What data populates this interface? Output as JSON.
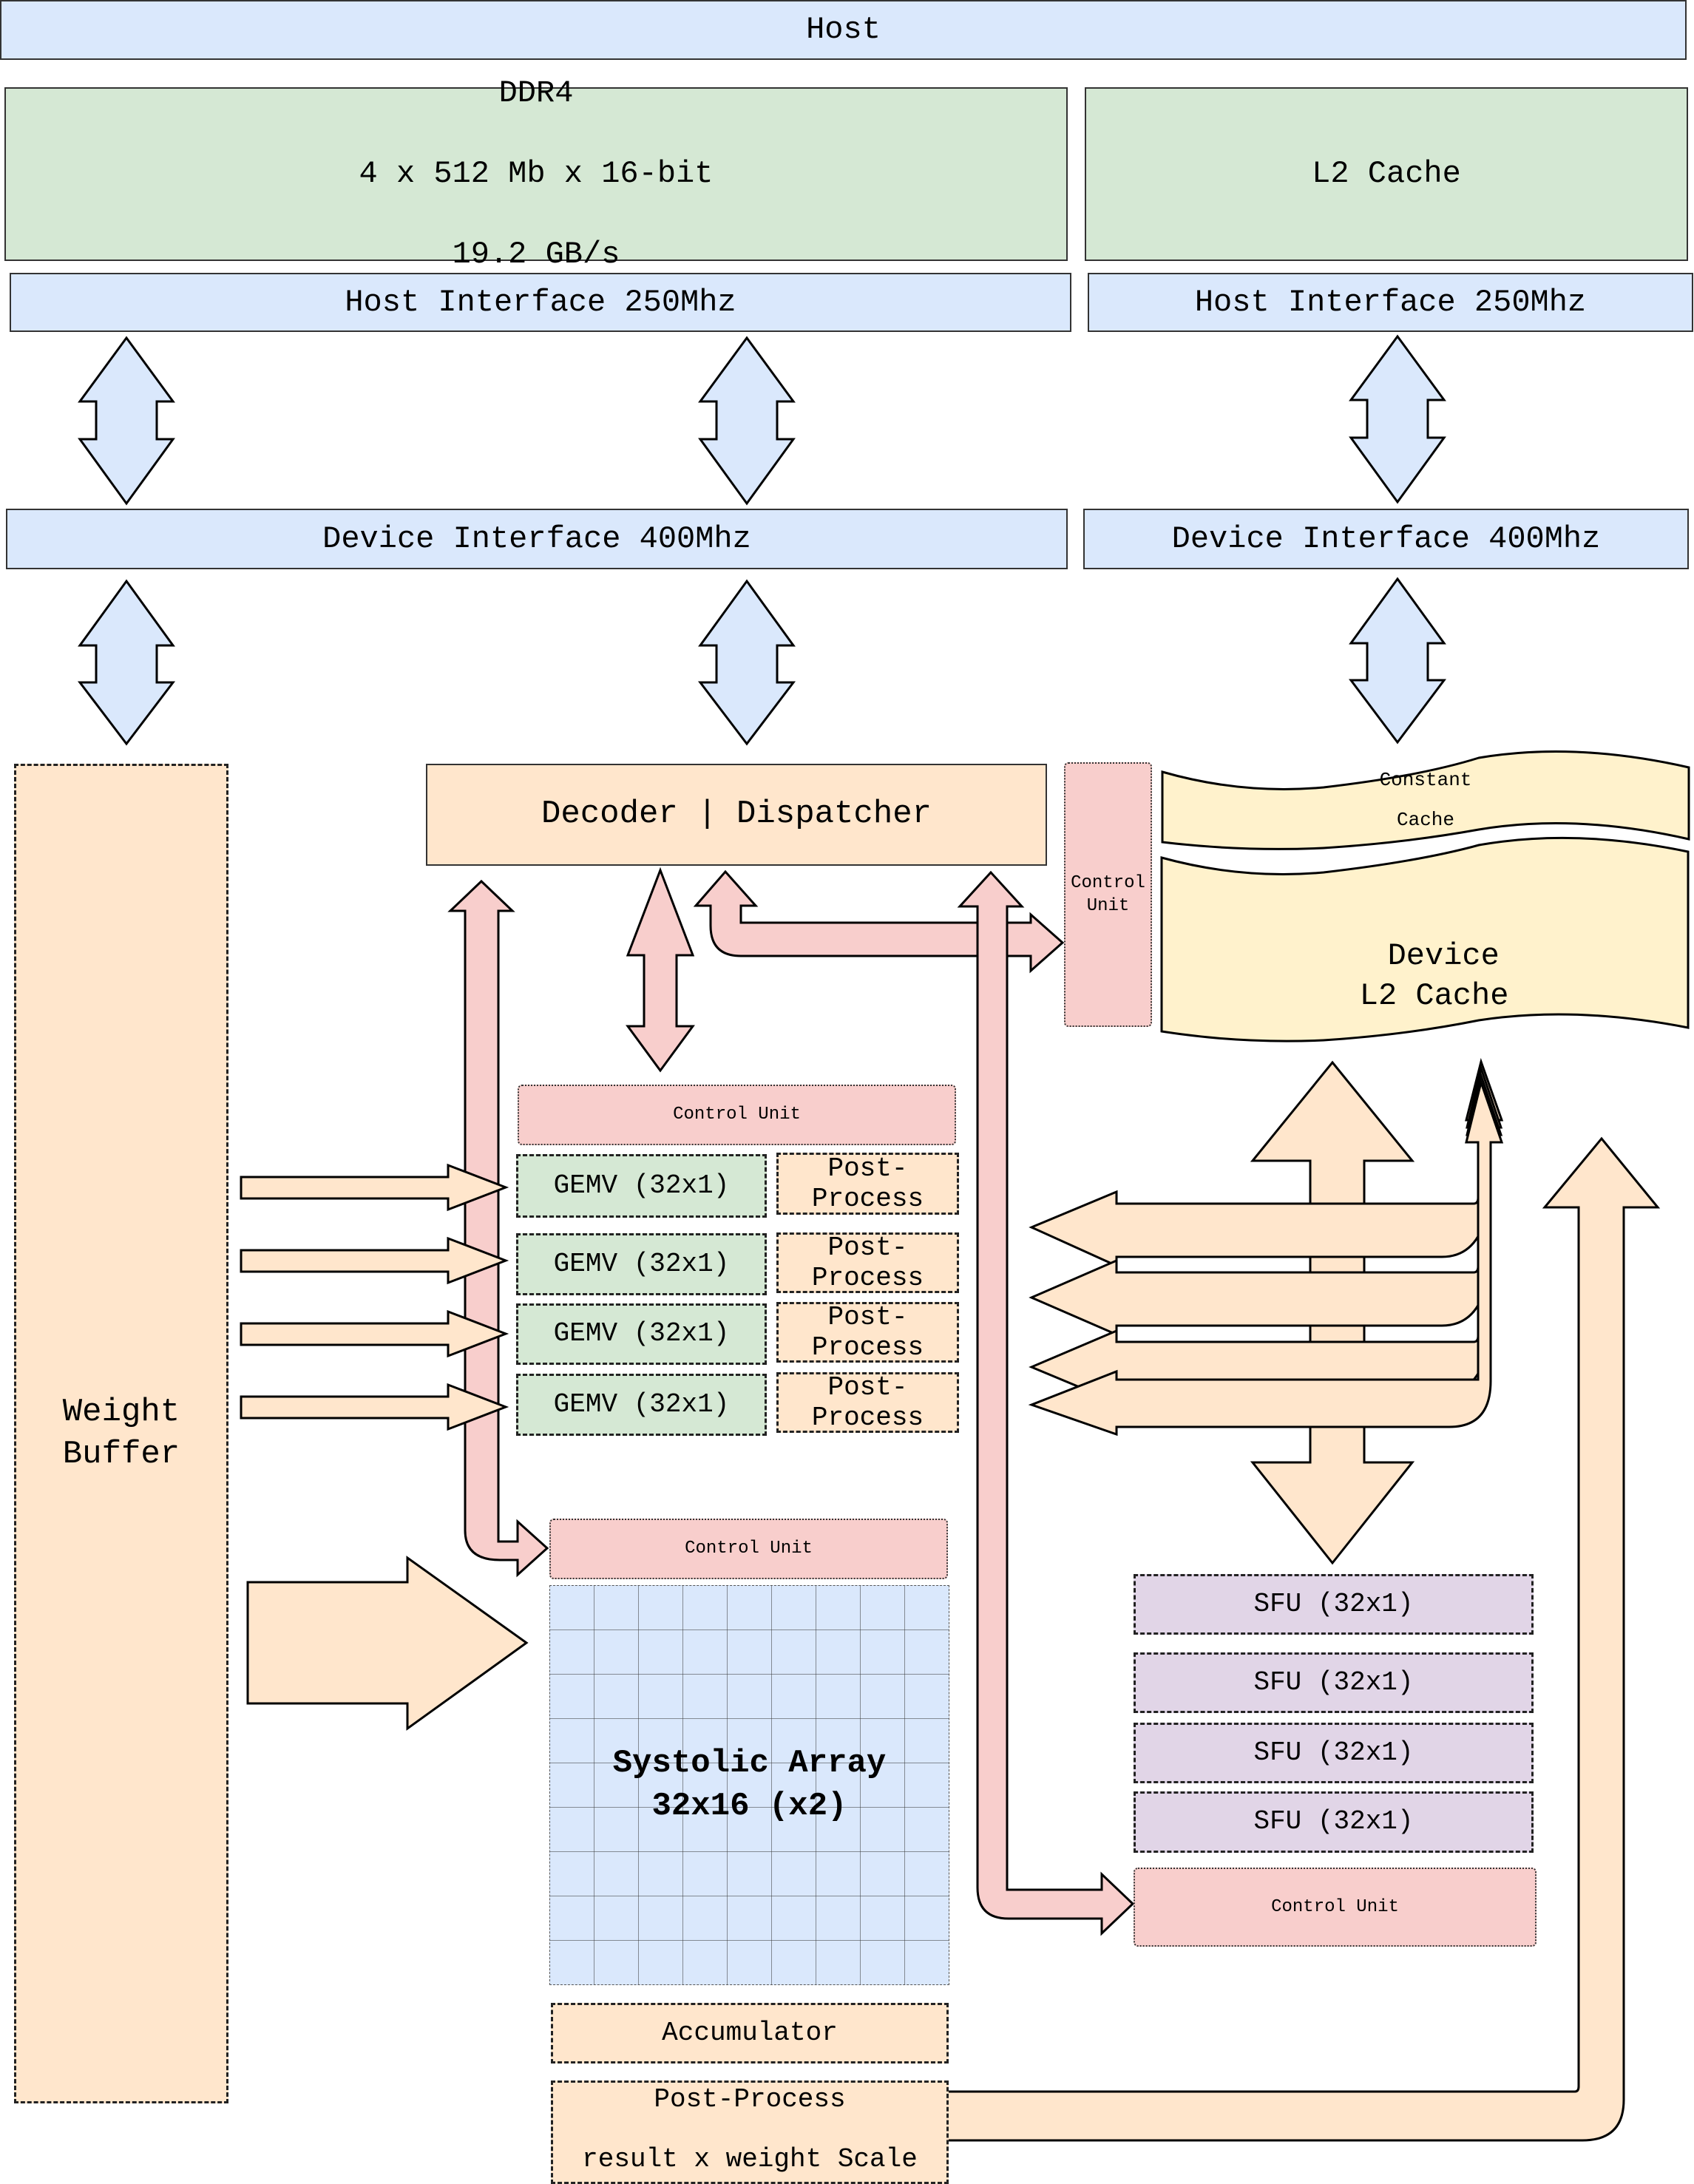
{
  "host": {
    "label": "Host"
  },
  "ddr4": {
    "line1": "DDR4",
    "line2": "4 x 512 Mb x 16-bit",
    "line3": "19.2 GB/s"
  },
  "l2_cache": {
    "label": "L2 Cache"
  },
  "host_interface_left": {
    "label": "Host Interface 250Mhz"
  },
  "host_interface_right": {
    "label": "Host Interface 250Mhz"
  },
  "device_interface_left": {
    "label": "Device Interface 400Mhz"
  },
  "device_interface_right": {
    "label": "Device Interface 400Mhz"
  },
  "weight_buffer": {
    "label": "Weight\nBuffer"
  },
  "decoder": {
    "label": "Decoder | Dispatcher"
  },
  "control_unit_cache": {
    "label": "Control\nUnit"
  },
  "constant_cache": {
    "line1": "Constant",
    "line2": "Cache"
  },
  "device_l2_cache": {
    "label": "Device\n L2 Cache"
  },
  "gemv_control_unit": {
    "label": "Control Unit"
  },
  "gemv_rows": [
    {
      "gemv": "GEMV (32x1)",
      "post": "Post-\nProcess"
    },
    {
      "gemv": "GEMV (32x1)",
      "post": "Post-\nProcess"
    },
    {
      "gemv": "GEMV (32x1)",
      "post": "Post-\nProcess"
    },
    {
      "gemv": "GEMV (32x1)",
      "post": "Post-\nProcess"
    }
  ],
  "systolic_control_unit": {
    "label": "Control Unit"
  },
  "systolic_array": {
    "label": "Systolic Array\n32x16 (x2)"
  },
  "accumulator": {
    "label": "Accumulator"
  },
  "post_process_bottom": {
    "line1": "Post-Process",
    "line2": "result x weight Scale"
  },
  "sfu_rows": [
    {
      "label": "SFU (32x1)"
    },
    {
      "label": "SFU (32x1)"
    },
    {
      "label": "SFU (32x1)"
    },
    {
      "label": "SFU (32x1)"
    }
  ],
  "sfu_control_unit": {
    "label": "Control Unit"
  },
  "colors": {
    "interface_blue": "#dae8fc",
    "memory_green": "#d5e8d4",
    "compute_orange": "#ffe6cc",
    "control_pink": "#f8cecc",
    "cache_yellow": "#fff2cc",
    "sfu_purple": "#e1d5e7"
  }
}
